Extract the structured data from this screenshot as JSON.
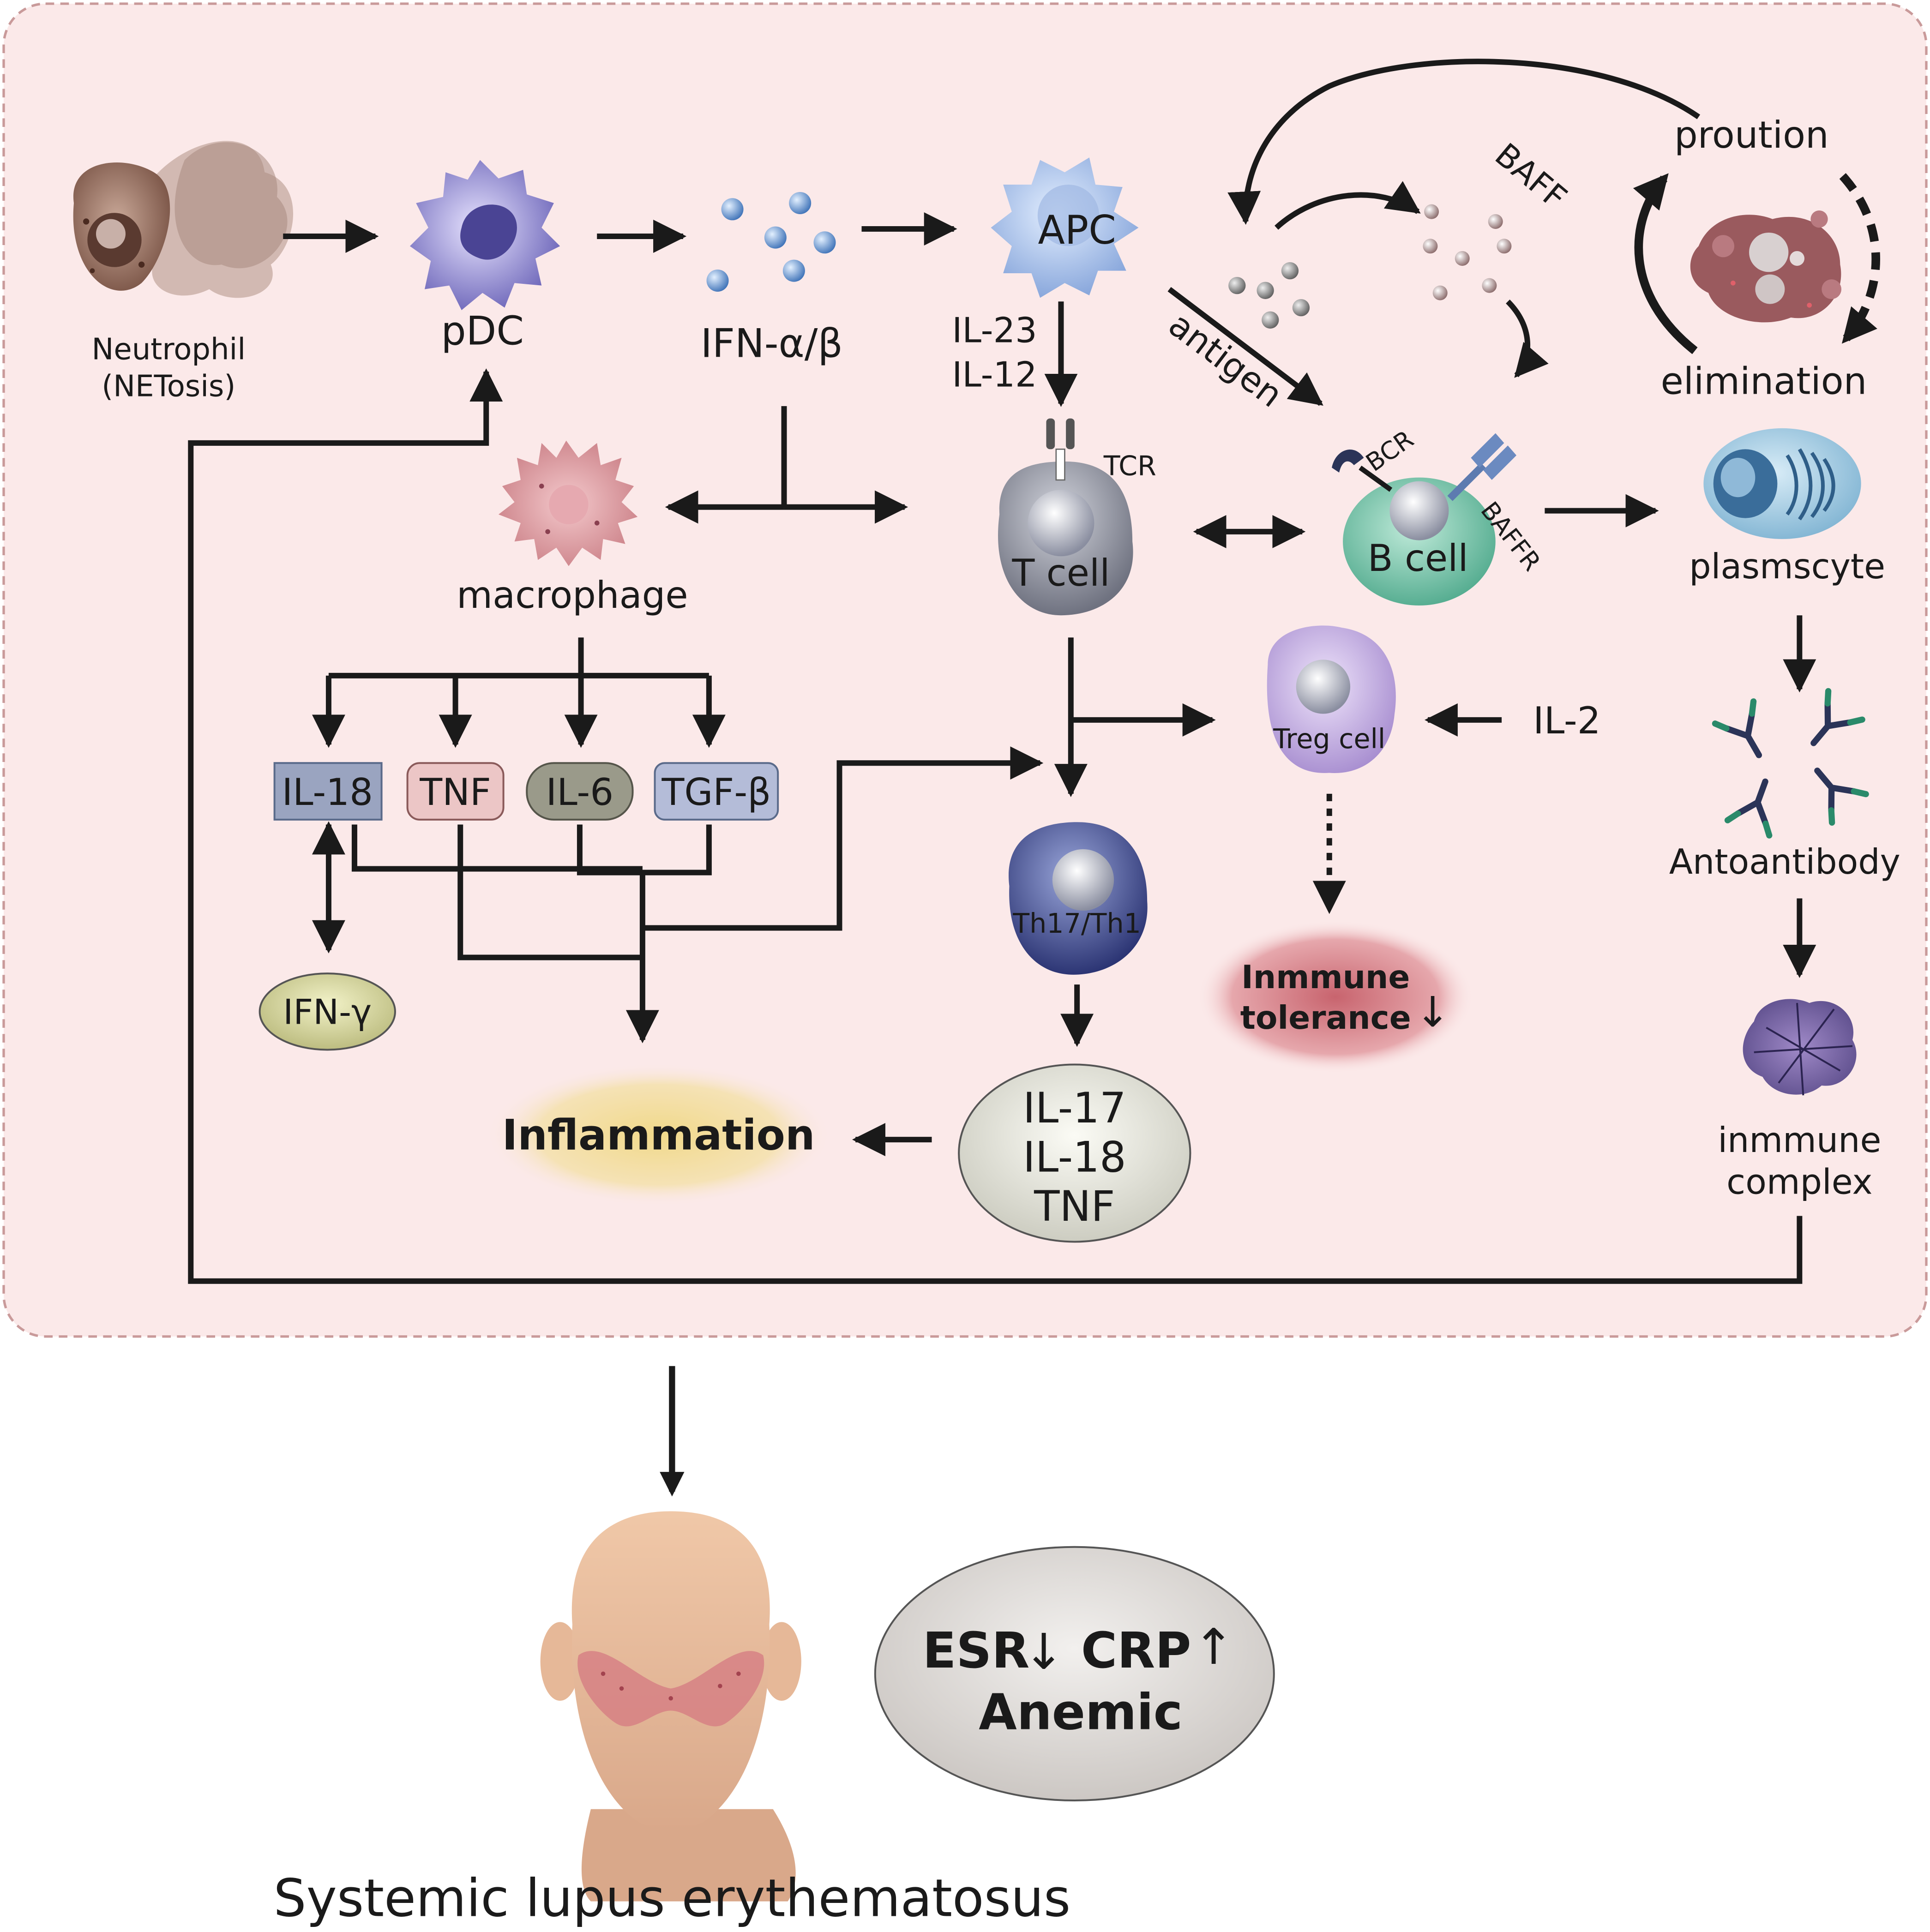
{
  "cells": {
    "neutrophil": "Neutrophil",
    "netosis": "(NETosis)",
    "pdc": "pDC",
    "ifn_ab": "IFN-α/β",
    "apc": "APC",
    "il23": "IL-23",
    "il12": "IL-12",
    "antigen": "antigen",
    "baff": "BAFF",
    "production": "proution",
    "elimination": "elimination",
    "macrophage": "macrophage",
    "tcr": "TCR",
    "t_cell": "T cell",
    "bcr": "BCR",
    "baffr": "BAFFR",
    "b_cell": "B cell",
    "plasmocyte": "plasmscyte",
    "treg": "Treg cell",
    "il2": "IL-2",
    "th17": "Th17/Th1",
    "autoantibody": "Antoantibody",
    "immune_complex_1": "inmmune",
    "immune_complex_2": "complex"
  },
  "cytokines": {
    "il18": "IL-18",
    "tnf": "TNF",
    "il6": "IL-6",
    "tgfb": "TGF-β",
    "ifng": "IFN-γ"
  },
  "outcomes": {
    "tolerance_1": "Inmmune",
    "tolerance_2": "tolerance",
    "down_arrow": "↓",
    "up_arrow": "↑",
    "inflammation": "Inflammation",
    "th_cytokine_1": "IL-17",
    "th_cytokine_2": "IL-18",
    "th_cytokine_3": "TNF"
  },
  "clinical": {
    "esr": "ESR",
    "crp": "CRP",
    "anemic": "Anemic",
    "disease": "Systemic lupus erythematosus"
  },
  "colors": {
    "panel_bg": "#fbe9e9",
    "panel_border": "#c99a9a"
  }
}
